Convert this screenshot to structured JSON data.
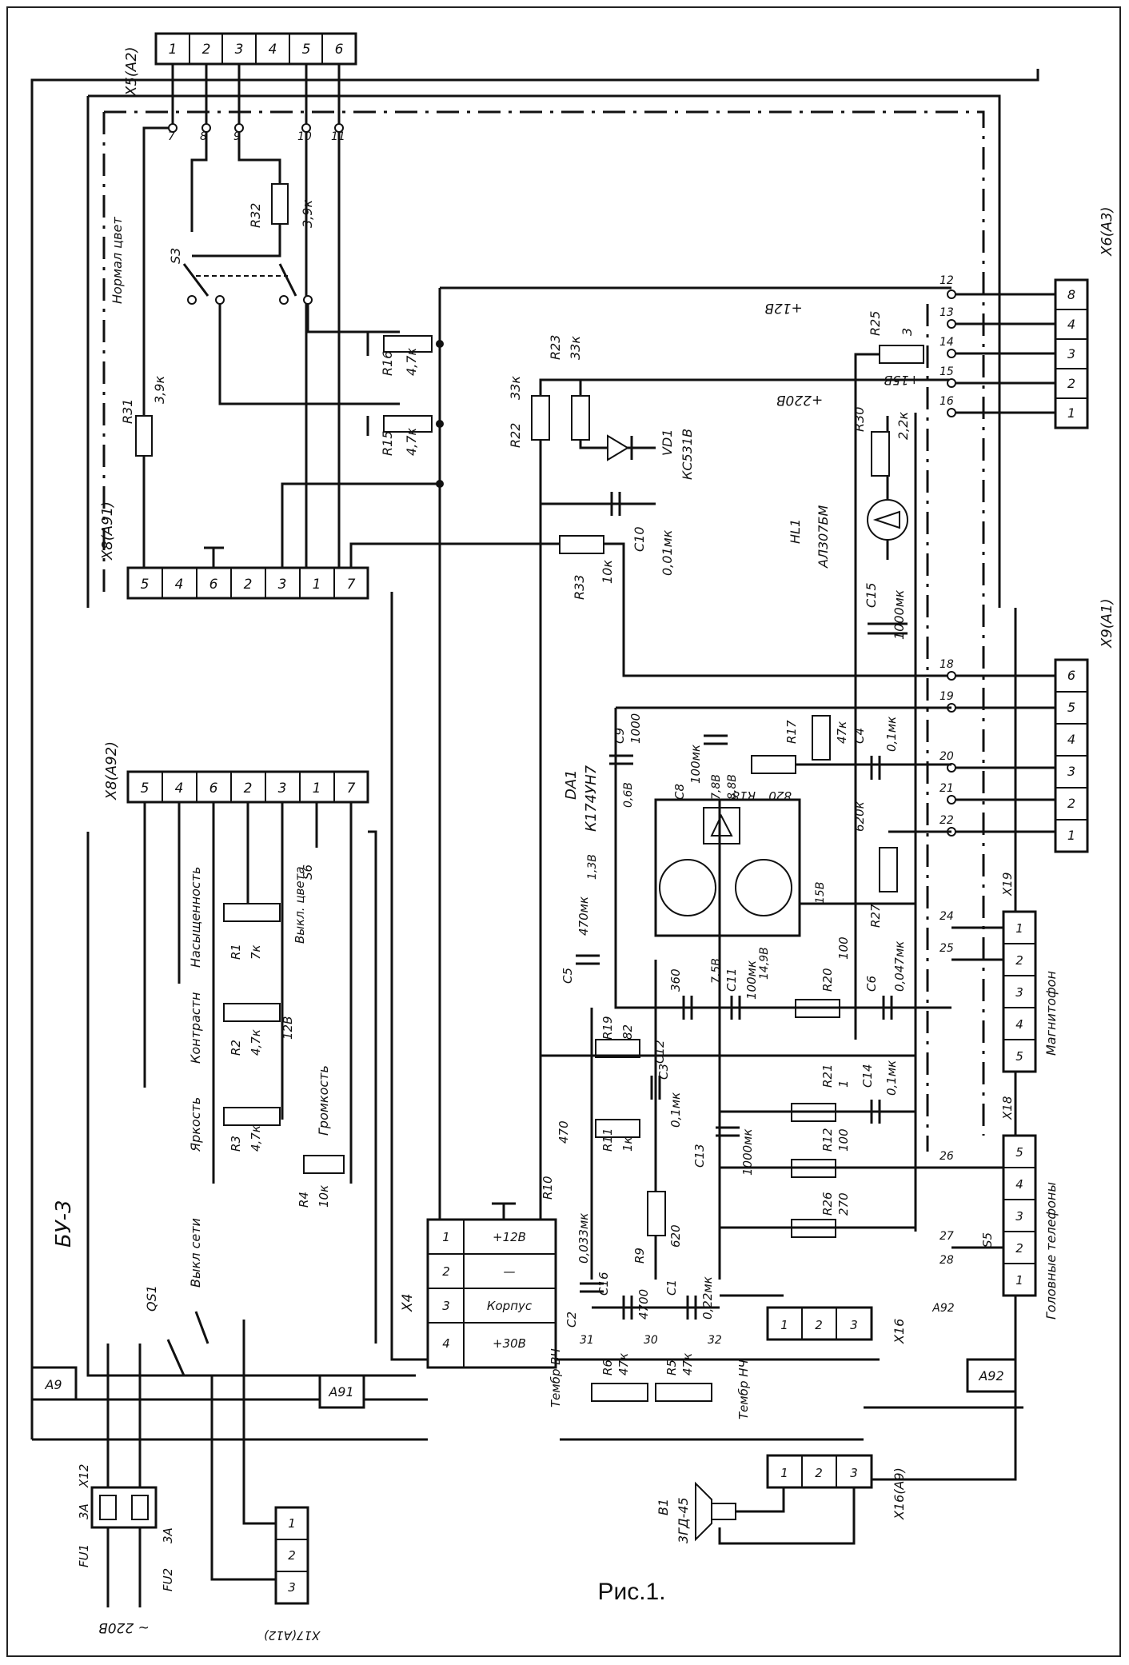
{
  "caption": "Рис.1.",
  "blocks": {
    "bu3": "БУ-3",
    "a9": "А9",
    "a91": "А91",
    "a92": "А92",
    "a92_small": "А92"
  },
  "connectors": {
    "x5": {
      "name": "Х5(А2)",
      "pins": [
        "1",
        "2",
        "3",
        "4",
        "5",
        "6"
      ]
    },
    "x8a91": {
      "name": "Х8(А91)",
      "pins": [
        "5",
        "4",
        "6",
        "2",
        "3",
        "1",
        "7"
      ]
    },
    "x8a92": {
      "name": "Х8(А92)",
      "pins": [
        "5",
        "4",
        "6",
        "2",
        "3",
        "1",
        "7"
      ]
    },
    "x6": {
      "name": "Х6(А3)",
      "pins": [
        "8",
        "4",
        "3",
        "2",
        "1"
      ]
    },
    "x9": {
      "name": "Х9(А1)",
      "pins": [
        "6",
        "5",
        "4",
        "3",
        "2",
        "1"
      ]
    },
    "x4": {
      "name": "Х4",
      "pins": [
        "1",
        "2",
        "3",
        "4"
      ],
      "labels": [
        "+12В",
        "—",
        "Корпус",
        "+30В"
      ]
    },
    "x16": {
      "name": "Х16",
      "pins": [
        "1",
        "2",
        "3"
      ]
    },
    "x16a9": {
      "name": "Х16(А9)",
      "pins": [
        "1",
        "2",
        "3"
      ]
    },
    "x17": {
      "name": "Х17(А12)",
      "pins": [
        "1",
        "2",
        "3"
      ]
    },
    "x19": {
      "name": "Х19",
      "pins": [
        "1",
        "2",
        "3",
        "4",
        "5"
      ],
      "label": "Магнитофон"
    },
    "x18": {
      "name": "Х18",
      "pins": [
        "1",
        "2",
        "3",
        "4",
        "5"
      ],
      "label": "Головные телефоны"
    },
    "x12": {
      "name": "Х12"
    }
  },
  "components": {
    "r31": {
      "ref": "R31",
      "value": "3,9к"
    },
    "r32": {
      "ref": "R32",
      "value": "3,9к"
    },
    "s3": {
      "ref": "S3",
      "label": "Нормал цвет"
    },
    "r15": {
      "ref": "R15",
      "value": "4,7к"
    },
    "r16": {
      "ref": "R16",
      "value": "4,7к"
    },
    "r22": {
      "ref": "R22",
      "value": "33к"
    },
    "r23": {
      "ref": "R23",
      "value": "33к"
    },
    "vd1": {
      "ref": "VD1",
      "value": "КС531В"
    },
    "c10": {
      "ref": "С10",
      "value": "0,01мк"
    },
    "r33": {
      "ref": "R33",
      "value": "10к"
    },
    "r25": {
      "ref": "R25",
      "value": "3"
    },
    "r30": {
      "ref": "R30",
      "value": "2,2к"
    },
    "hl1": {
      "ref": "HL1",
      "value": "АЛ307БМ"
    },
    "c15": {
      "ref": "С15",
      "value": "1000мк"
    },
    "da1": {
      "ref": "DA1",
      "value": "К174УН7"
    },
    "c9": {
      "ref": "С9",
      "value": "1000"
    },
    "c8": {
      "ref": "С8",
      "value": "100мк"
    },
    "r17": {
      "ref": "R17",
      "value": "47к"
    },
    "r18": {
      "ref": "R18",
      "value": "820"
    },
    "c4": {
      "ref": "С4",
      "value": "0,1мк"
    },
    "r27": {
      "ref": "R27",
      "value": "620к"
    },
    "c5": {
      "ref": "С5",
      "value": "470мк"
    },
    "c12": {
      "ref": "С12",
      "value": "360"
    },
    "c11": {
      "ref": "С11",
      "value": "100мк"
    },
    "r20": {
      "ref": "R20",
      "value": "100"
    },
    "c6": {
      "ref": "С6",
      "value": "0,047мк"
    },
    "r19": {
      "ref": "R19",
      "value": "82"
    },
    "c3": {
      "ref": "С3",
      "value": "0,1мк"
    },
    "r21": {
      "ref": "R21",
      "value": "1"
    },
    "c14": {
      "ref": "С14",
      "value": "0,1мк"
    },
    "r10": {
      "ref": "R10",
      "value": "470"
    },
    "r11": {
      "ref": "R11",
      "value": "1к"
    },
    "c13": {
      "ref": "С13",
      "value": "1000мк"
    },
    "r12": {
      "ref": "R12",
      "value": "100"
    },
    "r9": {
      "ref": "R9",
      "value": "620"
    },
    "r26": {
      "ref": "R26",
      "value": "270"
    },
    "c2": {
      "ref": "С2",
      "value": "0,033мк"
    },
    "c16": {
      "ref": "С16",
      "value": "4700"
    },
    "c1": {
      "ref": "С1",
      "value": "0,22мк"
    },
    "r6": {
      "ref": "R6",
      "value": "47к",
      "label": "Тембр ВЧ"
    },
    "r5": {
      "ref": "R5",
      "value": "47к",
      "label": "Тембр НЧ"
    },
    "r1": {
      "ref": "R1",
      "value": "7к",
      "label": "Насыщенность"
    },
    "r2": {
      "ref": "R2",
      "value": "4,7к",
      "label": "Контрастн"
    },
    "r3": {
      "ref": "R3",
      "value": "4,7к",
      "label": "Яркость"
    },
    "r4": {
      "ref": "R4",
      "value": "10к",
      "label": "Громкость"
    },
    "s6": {
      "ref": "S6",
      "label": "Выкл. цвета"
    },
    "s5": {
      "ref": "S5"
    },
    "qs1": {
      "ref": "QS1",
      "label": "Выкл сети"
    },
    "fu1": {
      "ref": "FU1",
      "value": "3А"
    },
    "fu2": {
      "ref": "FU2",
      "value": "3А"
    },
    "b1": {
      "ref": "В1",
      "value": "3ГД-45"
    }
  },
  "rails": {
    "v12": "+12В",
    "v15": "+15В",
    "v220": "+220В",
    "v12b": "12В",
    "ac220": "~ 220В"
  },
  "voltages": [
    "1,3В",
    "0,6В",
    "7,8В",
    "8,8В",
    "7,5В",
    "14,9В",
    "15В"
  ],
  "pin_numbers": [
    "7",
    "8",
    "9",
    "10",
    "11",
    "12",
    "13",
    "14",
    "15",
    "16",
    "18",
    "19",
    "20",
    "21",
    "22",
    "24",
    "25",
    "26",
    "27",
    "28",
    "30",
    "31",
    "32"
  ]
}
